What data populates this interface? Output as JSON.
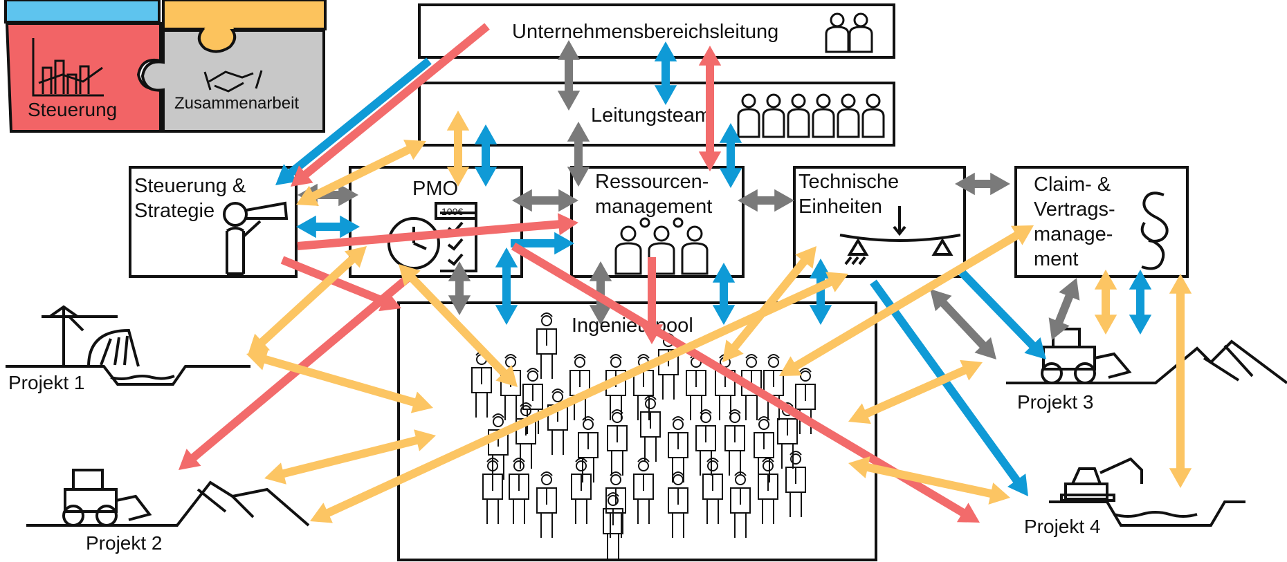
{
  "puzzle": {
    "steuerung_label": "Steuerung",
    "zusammenarbeit_label": "Zusammenarbeit"
  },
  "boxes": {
    "unternehmensbereichsleitung": "Unternehmensbereichsleitung",
    "leitungsteam": "Leitungsteam",
    "steuerung_line1": "Steuerung &",
    "steuerung_line2": "Strategie",
    "pmo": "PMO",
    "ressourcen_line1": "Ressourcen-",
    "ressourcen_line2": "management",
    "technische_line1": "Technische",
    "technische_line2": "Einheiten",
    "claim_line1": "Claim- &",
    "claim_line2": "Vertrags-",
    "claim_line3": "manage-",
    "claim_line4": "ment",
    "ingenieurpool": "Ingenieurpool"
  },
  "pmo_badge": "100€",
  "projects": {
    "p1": "Projekt 1",
    "p2": "Projekt 2",
    "p3": "Projekt 3",
    "p4": "Projekt 4"
  },
  "colors": {
    "gray": "#7a7a7a",
    "blue": "#0f9ad6",
    "red": "#f26b6b",
    "yellow": "#fcc563",
    "puzzle_red": "#f26466",
    "puzzle_gray": "#c8c8c8",
    "puzzle_yellow": "#fcc35d",
    "puzzle_blue": "#5ec4ee"
  }
}
